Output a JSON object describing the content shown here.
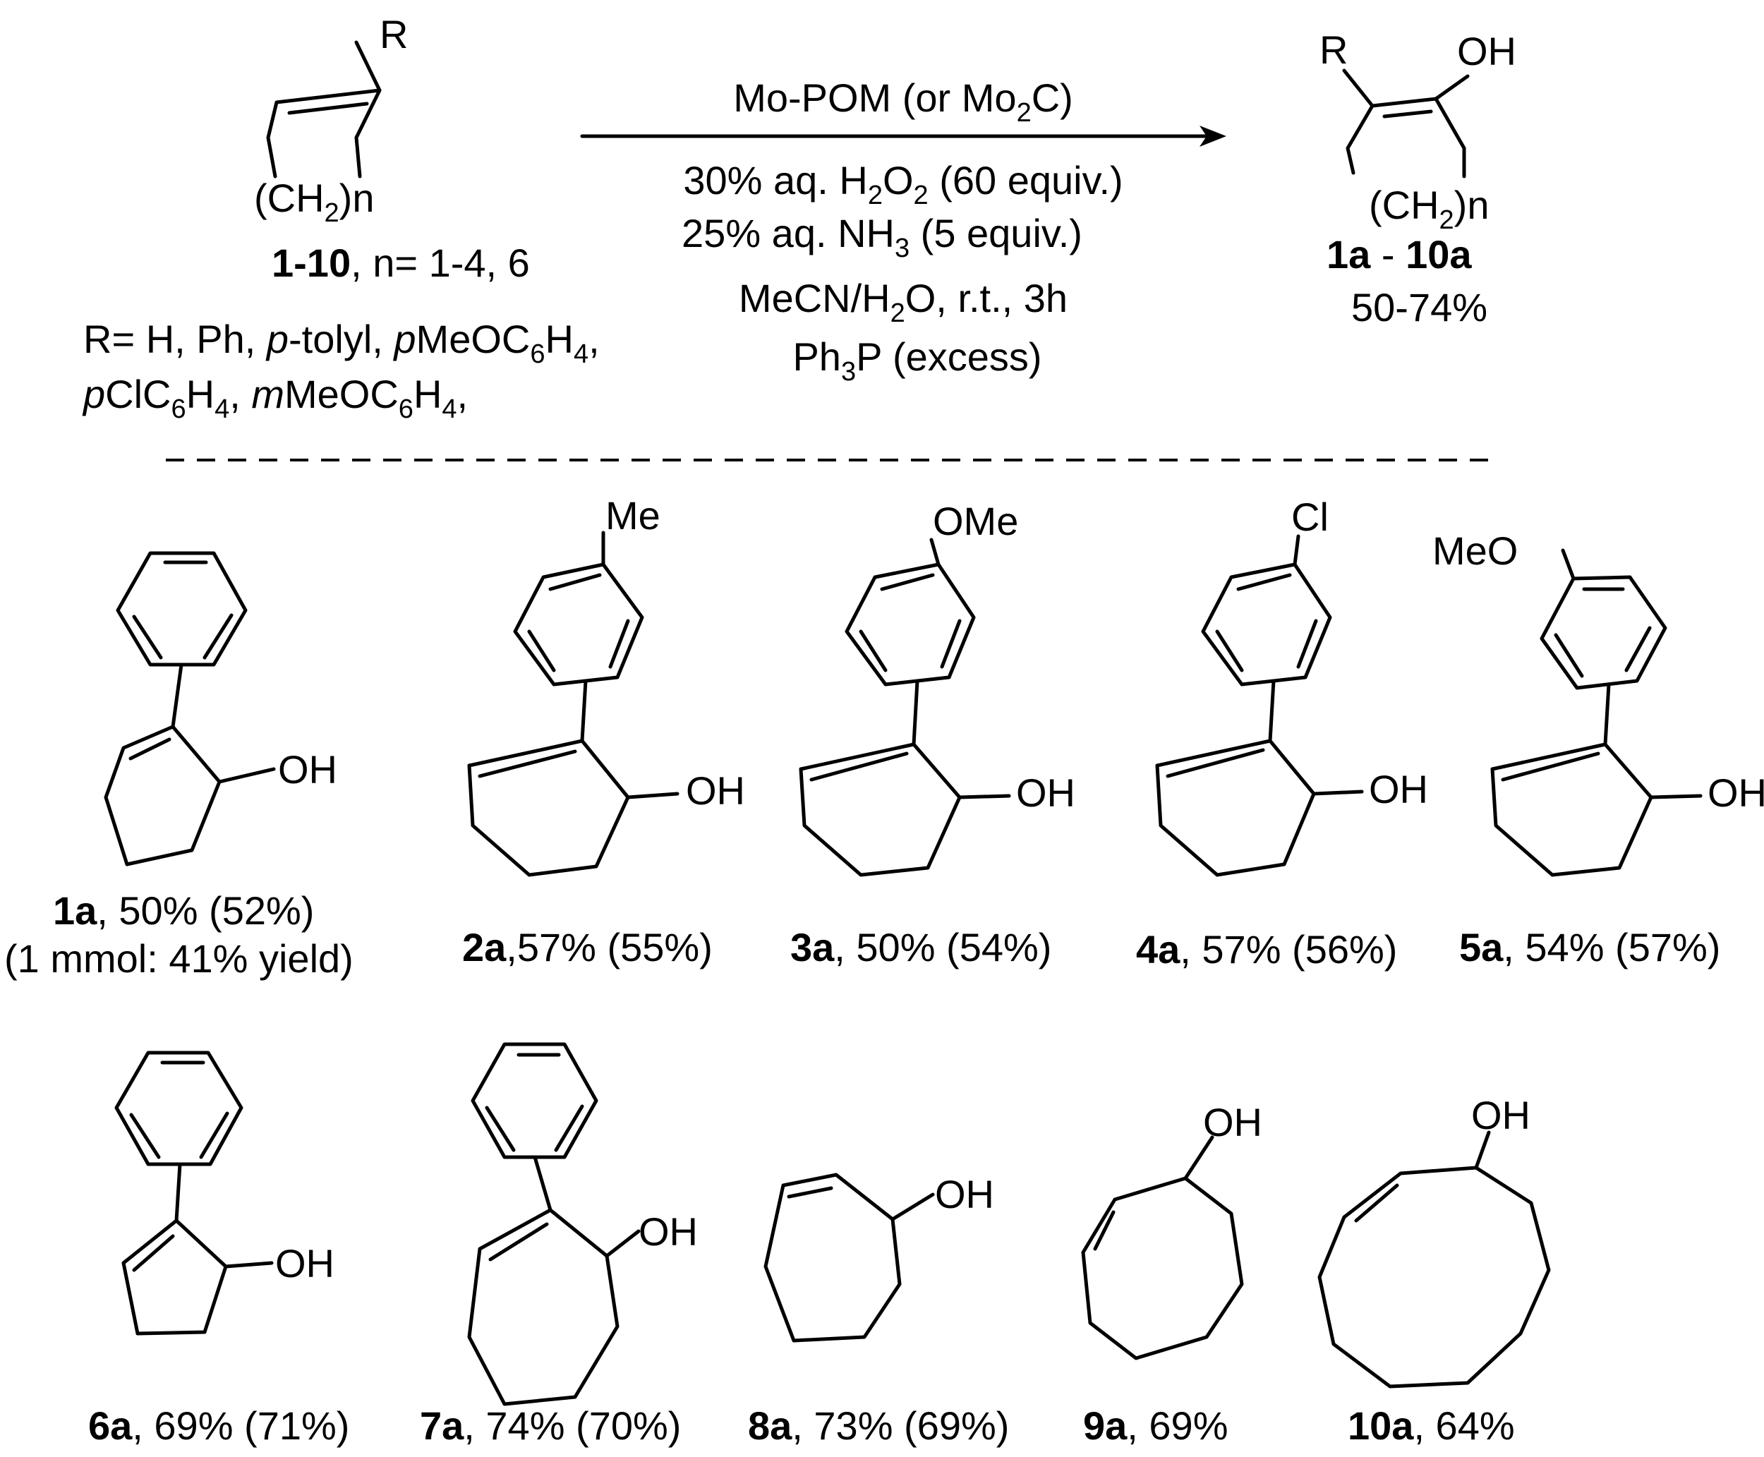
{
  "scheme": {
    "reactant": {
      "substituent": "R",
      "ring_label": "(CH2)n",
      "ring_label_main": "(CH",
      "ring_label_sub": "2",
      "ring_label_end": ")n",
      "compound_range": "1-10",
      "n_values": ", n= 1-4, 6",
      "r_line1_a": "R= H, Ph, ",
      "r_line1_b": "p",
      "r_line1_c": "-tolyl, ",
      "r_line1_d": "p",
      "r_line1_e": "MeOC",
      "r_line1_f": "6",
      "r_line1_g": "H",
      "r_line1_h": "4",
      "r_line1_i": ",",
      "r_line2_a": "p",
      "r_line2_b": "ClC",
      "r_line2_c": "6",
      "r_line2_d": "H",
      "r_line2_e": "4",
      "r_line2_f": ", ",
      "r_line2_g": "m",
      "r_line2_h": "MeOC",
      "r_line2_i": "6",
      "r_line2_j": "H",
      "r_line2_k": "4",
      "r_line2_l": ","
    },
    "conditions": {
      "catalyst_a": "Mo-POM (or Mo",
      "catalyst_sub": "2",
      "catalyst_b": "C)",
      "oxidant_a": "30% aq. H",
      "oxidant_sub1": "2",
      "oxidant_b": "O",
      "oxidant_sub2": "2",
      "oxidant_c": " (60 equiv.)",
      "base_a": "25% aq. NH",
      "base_sub": "3",
      "base_b": " (5 equiv.)",
      "solvent": "MeCN/H",
      "solvent_sub": "2",
      "solvent_b": "O, r.t., 3h",
      "reductant_a": "Ph",
      "reductant_sub": "3",
      "reductant_b": "P (excess)"
    },
    "product": {
      "substituent": "R",
      "hydroxyl": "OH",
      "ring_label_main": "(CH",
      "ring_label_sub": "2",
      "ring_label_end": ")n",
      "compound_range_a": "1a",
      "compound_range_sep": " - ",
      "compound_range_b": "10a",
      "yield_range": "50-74%"
    }
  },
  "products": [
    {
      "id": "1a",
      "yield": ", 50% (52%)",
      "note": "(1 mmol: 41% yield)",
      "substituent": ""
    },
    {
      "id": "2a",
      "yield": ",57% (55%)",
      "substituent": "Me"
    },
    {
      "id": "3a",
      "yield": ", 50% (54%)",
      "substituent": "OMe"
    },
    {
      "id": "4a",
      "yield": ", 57% (56%)",
      "substituent": "Cl"
    },
    {
      "id": "5a",
      "yield": ", 54% (57%)",
      "substituent": "MeO"
    },
    {
      "id": "6a",
      "yield": ", 69% (71%)"
    },
    {
      "id": "7a",
      "yield": ", 74% (70%)"
    },
    {
      "id": "8a",
      "yield": ", 73% (69%)"
    },
    {
      "id": "9a",
      "yield": ", 69%"
    },
    {
      "id": "10a",
      "yield": ", 64%"
    }
  ],
  "hydroxyl_label": "OH"
}
